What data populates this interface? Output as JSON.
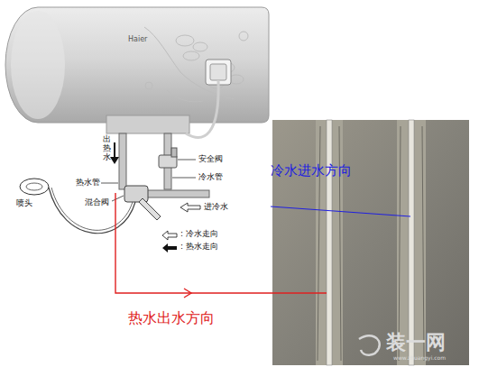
{
  "diagram": {
    "labels": [
      "Haier",
      "出热水",
      "安全阀",
      "冷水管",
      "热水管",
      "混合阀",
      "进冷水",
      "喷头",
      "冷水进水方向",
      "热水出水方向",
      "装一网",
      "www.zhuangyi.com"
    ],
    "legend": [
      {
        "text": ": 冷水走向"
      },
      {
        "text": ": 热水走向"
      }
    ]
  }
}
